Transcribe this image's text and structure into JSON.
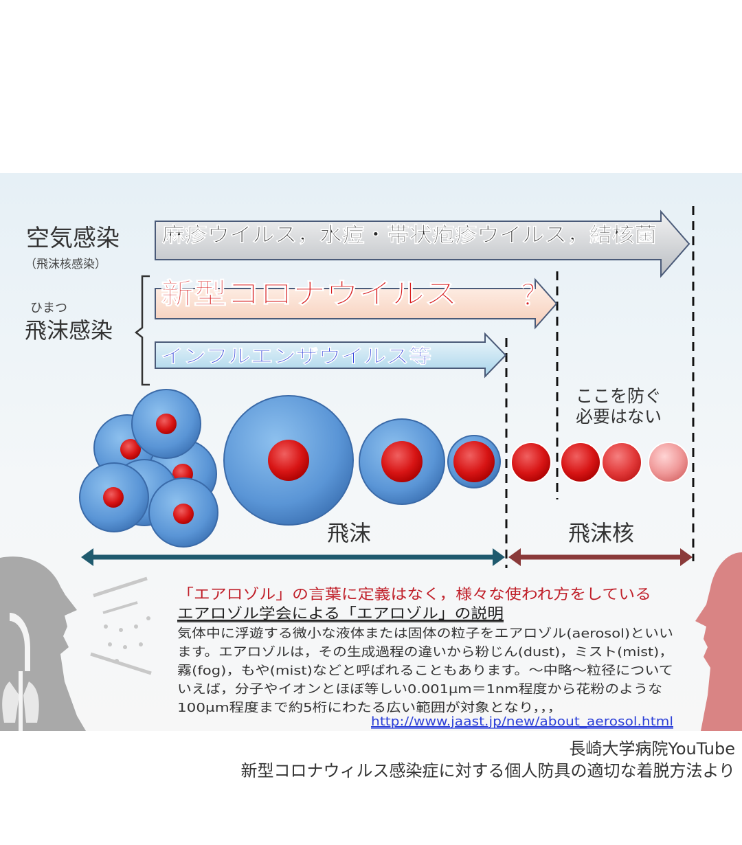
{
  "labels": {
    "airborne": "空気感染",
    "airborne_sub": "（飛沫核感染）",
    "droplet_ruby": "ひまつ",
    "droplet": "飛沫感染",
    "no_need": [
      "ここを防ぐ",
      "必要はない"
    ],
    "hima": "飛沫",
    "himakaku": "飛沫核"
  },
  "arrows": {
    "measles": "麻疹ウイルス，水痘・帯状疱疹ウイルス，結核菌",
    "corona": "新型コロナウイルス",
    "corona_q": "？",
    "influenza": "インフルエンザウイルス等"
  },
  "text": {
    "red_line": "「エアロゾル」の言葉に定義はなく，様々な使われ方をしている",
    "heading": "エアロゾル学会による「エアロゾル」の説明",
    "body": [
      "気体中に浮遊する微小な液体または固体の粒子をエアロゾル(aerosol)といい",
      "ます。エアロゾルは，その生成過程の違いから粉じん(dust)，ミスト(mist)，",
      "霧(fog)，もや(mist)などと呼ばれることもあります。～中略～粒径について",
      "いえば，分子やイオンとほぼ等しい0.001μm＝1nm程度から花粉のような",
      "100μm程度まで約5桁にわたる広い範囲が対象となり，，，"
    ],
    "url": "http://www.jaast.jp/new/about_aerosol.html"
  },
  "caption": {
    "line1": "長崎大学病院YouTube",
    "line2": "新型コロナウィルス感染症に対する個人防具の適切な着脱方法より"
  }
}
